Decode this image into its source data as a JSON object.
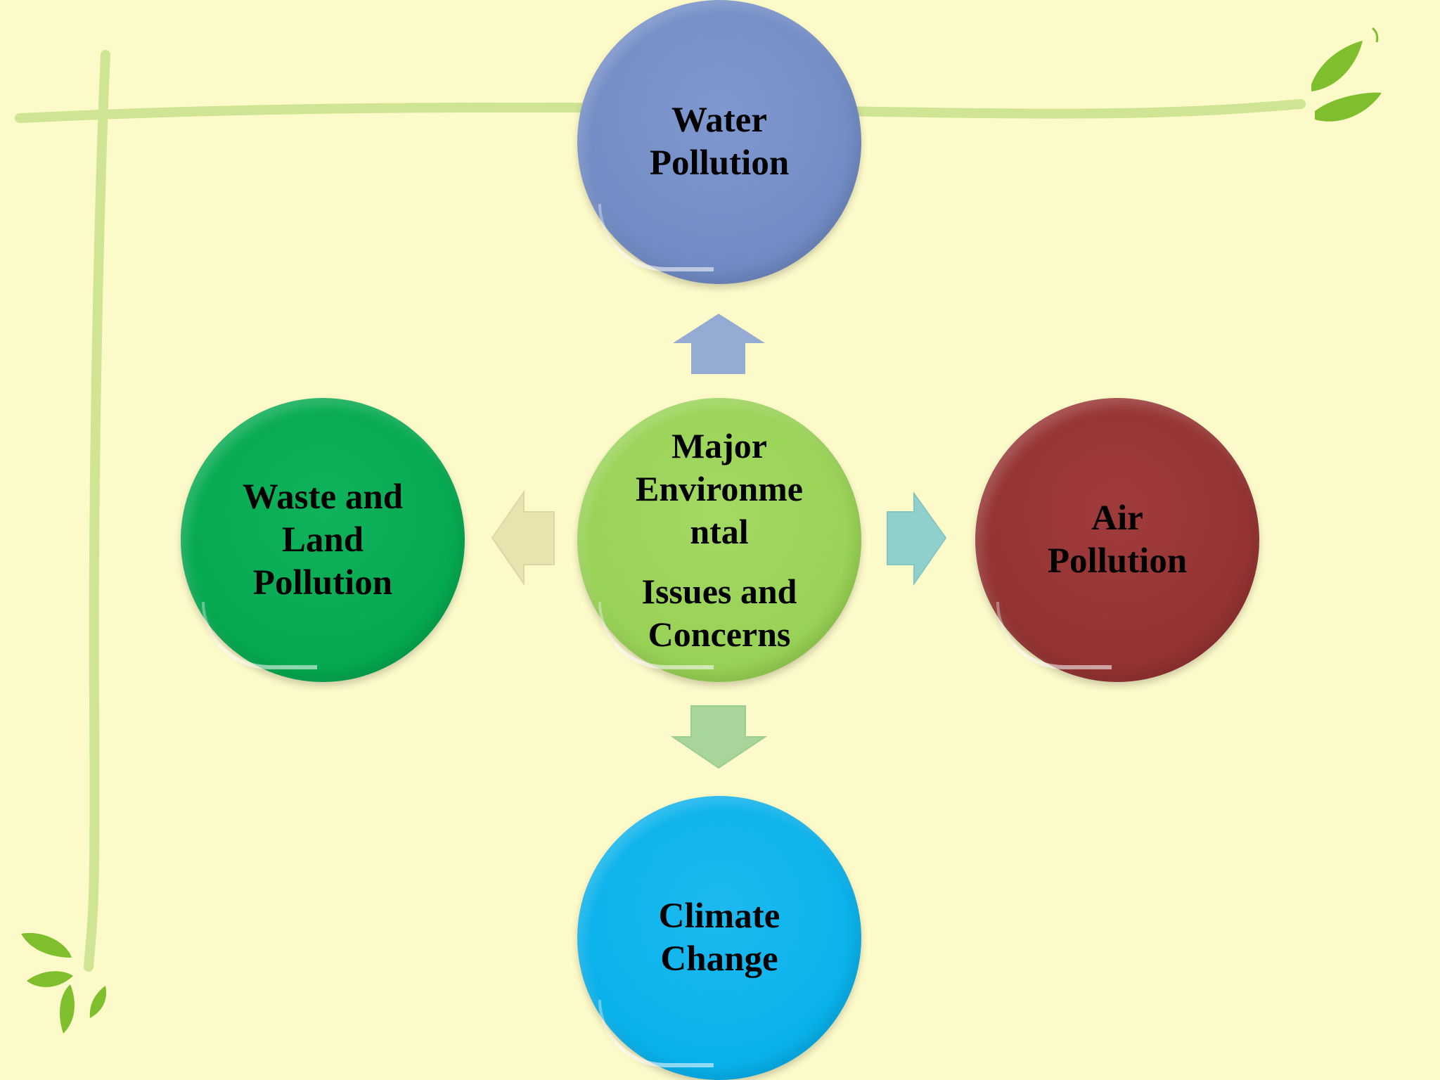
{
  "center": {
    "line1": "Major\nEnvironme\nntal",
    "line2": "Issues and\nConcerns",
    "color": "#92cf4f"
  },
  "nodes": {
    "water": {
      "label": "Water\nPollution",
      "color": "#6f89c3"
    },
    "waste": {
      "label": "Waste and\nLand\nPollution",
      "color": "#00a84f"
    },
    "air": {
      "label": "Air\nPollution",
      "color": "#923434"
    },
    "climate": {
      "label": "Climate\nChange",
      "color": "#00aeea"
    }
  },
  "arrows": {
    "up_color": "#8fa7d4",
    "left_color": "#e9e3b0",
    "right_color": "#8fcfcc",
    "down_color": "#a8d69a"
  },
  "decor": {
    "vine_color": "#cfe594",
    "leaf_color": "#7fbf2e"
  }
}
